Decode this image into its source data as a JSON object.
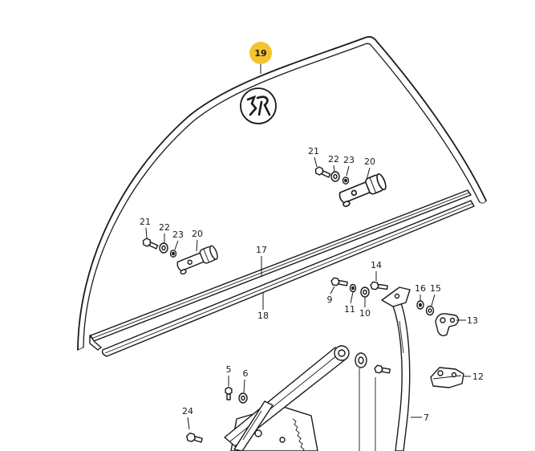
{
  "colors": {
    "highlight": "#f4c430",
    "ink": "#1a1a1a",
    "background": "#ffffff"
  },
  "logo": {
    "icon": "manufacturer-logo-icon"
  },
  "callouts": [
    {
      "label": "19",
      "highlighted": true
    },
    {
      "label": "21"
    },
    {
      "label": "22"
    },
    {
      "label": "23"
    },
    {
      "label": "20"
    },
    {
      "label": "21"
    },
    {
      "label": "22"
    },
    {
      "label": "23"
    },
    {
      "label": "20"
    },
    {
      "label": "17"
    },
    {
      "label": "18"
    },
    {
      "label": "14"
    },
    {
      "label": "9"
    },
    {
      "label": "11"
    },
    {
      "label": "10"
    },
    {
      "label": "16"
    },
    {
      "label": "15"
    },
    {
      "label": "13"
    },
    {
      "label": "12"
    },
    {
      "label": "5"
    },
    {
      "label": "6"
    },
    {
      "label": "24"
    },
    {
      "label": "7"
    }
  ]
}
